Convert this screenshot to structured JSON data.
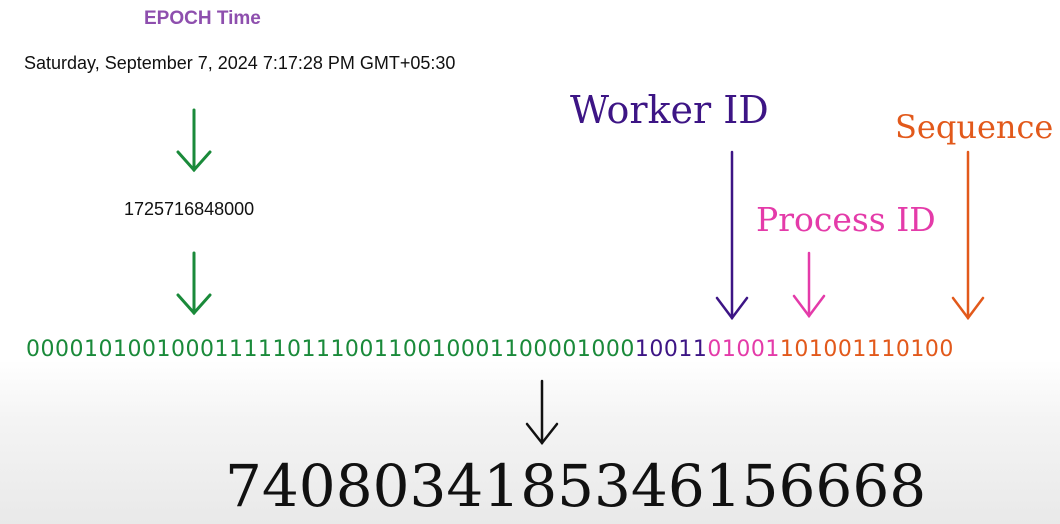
{
  "epoch": {
    "title": "EPOCH Time",
    "date": "Saturday, September 7, 2024 7:17:28 PM GMT+05:30",
    "milliseconds": "1725716848000"
  },
  "labels": {
    "worker": "Worker ID",
    "process": "Process ID",
    "sequence": "Sequence"
  },
  "bits": {
    "timestamp": "00001010010001111101110011001000110000100 0",
    "worker": "10011",
    "process": "01001",
    "sequence": "101001110100"
  },
  "result": "7408034185346156668",
  "colors": {
    "timestamp": "#1a8a3a",
    "worker": "#3d1585",
    "process": "#e43ba9",
    "sequence": "#e2591b",
    "epoch_title": "#8e4fae"
  }
}
